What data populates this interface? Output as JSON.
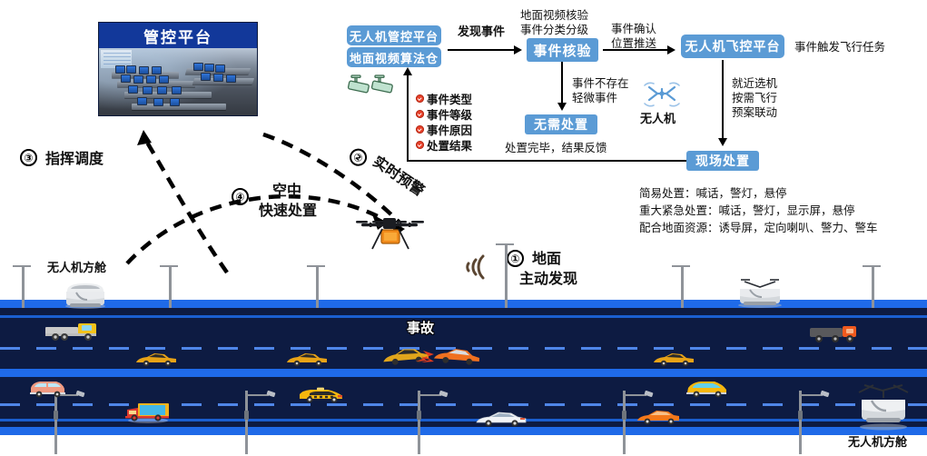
{
  "control_platform": {
    "title": "管控平台",
    "photo_alt": "control-room"
  },
  "flow": {
    "platform_box": {
      "line1": "无人机管控平台",
      "line2": "地面视频算法仓"
    },
    "arrow1_label": "发现事件",
    "verify_box": "事件核验",
    "verify_top_line1": "地面视频核验",
    "verify_top_line2": "事件分类分级",
    "arrow2_line1": "事件确认",
    "arrow2_line2": "位置推送",
    "flight_box": "无人机飞控平台",
    "flight_note": "事件触发飞行任务",
    "no_action_line1": "事件不存在",
    "no_action_line2": "轻微事件",
    "no_action_box": "无需处置",
    "feedback": "处置完毕，结果反馈",
    "drone_label": "无人机",
    "dispatch_line1": "就近选机",
    "dispatch_line2": "按需飞行",
    "dispatch_line3": "预案联动",
    "onsite_box": "现场处置",
    "checklist": [
      "事件类型",
      "事件等级",
      "事件原因",
      "处置结果"
    ],
    "measures": [
      "简易处置：喊话，警灯，悬停",
      "重大紧急处置：喊话，警灯，显示屏，悬停",
      "配合地面资源：诱导屏，定向喇叭、警力、警车"
    ]
  },
  "steps": [
    {
      "num": "①",
      "line1": "地面",
      "line2": "主动发现"
    },
    {
      "num": "②",
      "line1": "实时预警",
      "line2": ""
    },
    {
      "num": "③",
      "line1": "指挥调度",
      "line2": ""
    },
    {
      "num": "④",
      "line1": "空中",
      "line2": "快速处置"
    }
  ],
  "scene": {
    "hangar_left_label": "无人机方舱",
    "hangar_right_label": "无人机方舱",
    "accident_label": "事故"
  },
  "colors": {
    "accent_blue": "#5b9bd5",
    "title_blue": "#12389a",
    "road_dark": "#0d1b42",
    "road_edge": "#1f6ae8",
    "lane_dash": "#4f86e8",
    "bullet_red": "#e8412a",
    "accident_red": "#e23b1e"
  }
}
